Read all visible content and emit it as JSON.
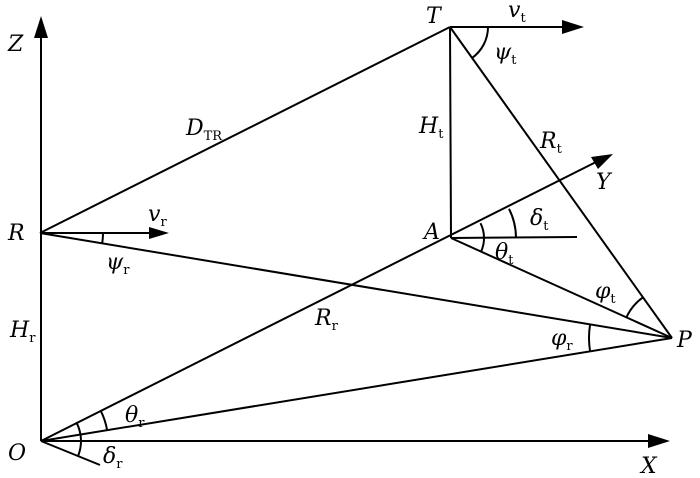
{
  "color": "#000000",
  "points": {
    "O": "O",
    "R": "R",
    "T": "T",
    "A": "A",
    "P": "P"
  },
  "axes": {
    "x": "X",
    "y": "Y",
    "z": "Z"
  },
  "labels": {
    "D": {
      "main": "D",
      "sub": "TR"
    },
    "Ht": {
      "main": "H",
      "sub": "t"
    },
    "Hr": {
      "main": "H",
      "sub": "r"
    },
    "Rt": {
      "main": "R",
      "sub": "t"
    },
    "Rr": {
      "main": "R",
      "sub": "r"
    },
    "vt": {
      "main": "v",
      "sub": "t"
    },
    "vr": {
      "main": "v",
      "sub": "r"
    },
    "psit": {
      "main": "ψ",
      "sub": "t"
    },
    "psir": {
      "main": "ψ",
      "sub": "r"
    },
    "deltat": {
      "main": "δ",
      "sub": "t"
    },
    "deltar": {
      "main": "δ",
      "sub": "r"
    },
    "thetat": {
      "main": "θ",
      "sub": "t"
    },
    "thetar": {
      "main": "θ",
      "sub": "r"
    },
    "phit": {
      "main": "φ",
      "sub": "t"
    },
    "phir": {
      "main": "φ",
      "sub": "r"
    }
  }
}
